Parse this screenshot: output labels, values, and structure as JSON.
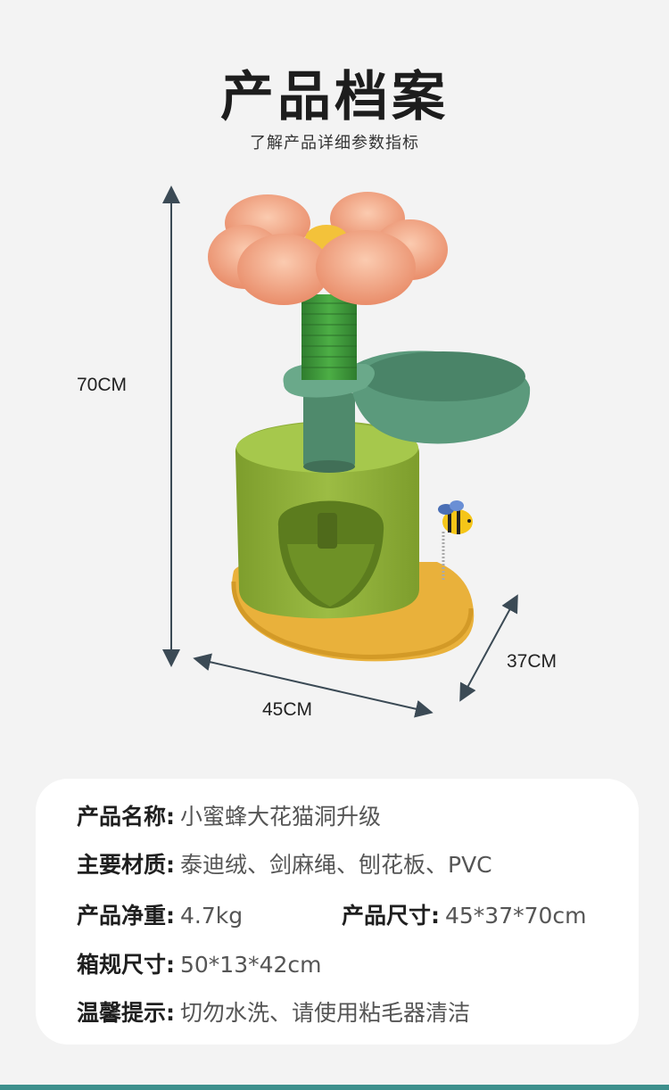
{
  "header": {
    "title": "产品档案",
    "subtitle": "了解产品详细参数指标"
  },
  "dimensions": {
    "height": "70CM",
    "width": "45CM",
    "depth": "37CM"
  },
  "specs": {
    "name": {
      "label": "产品名称:",
      "value": "小蜜蜂大花猫洞升级"
    },
    "material": {
      "label": "主要材质:",
      "value": "泰迪绒、剑麻绳、刨花板、PVC"
    },
    "weight": {
      "label": "产品净重:",
      "value": "4.7kg"
    },
    "size": {
      "label": "产品尺寸:",
      "value": "45*37*70cm"
    },
    "box": {
      "label": "箱规尺寸:",
      "value": "50*13*42cm"
    },
    "tip": {
      "label": "温馨提示:",
      "value": "切勿水洗、请使用粘毛器清洁"
    }
  },
  "colors": {
    "petal": "#f1a07c",
    "flower_center": "#f3c23a",
    "sisal": "#3d9a3a",
    "leaf": "#5b9a7c",
    "base_body": "#8aaa33",
    "base_plate": "#e9b13b",
    "arrow": "#3b4a55"
  }
}
